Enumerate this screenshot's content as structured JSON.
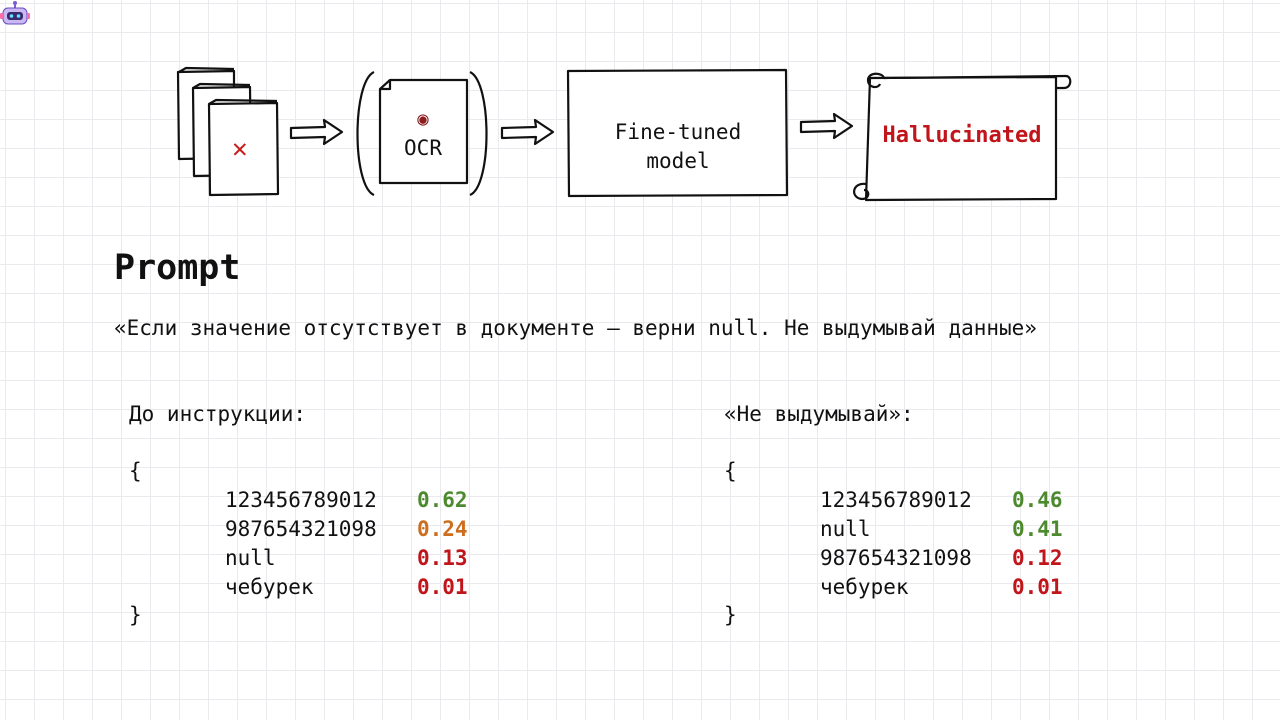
{
  "diagram": {
    "ocr_label": "OCR",
    "model_label_line1": "Fine-tuned",
    "model_label_line2": "model",
    "hallucinated_label": "Hallucinated"
  },
  "prompt": {
    "title": "Prompt",
    "text": "«Если значение отсутствует в документе — верни null. Не выдумывай данные»"
  },
  "before": {
    "heading": "До инструкции:",
    "open_brace": "{",
    "close_brace": "}",
    "rows": [
      {
        "key": "123456789012",
        "value": "0.62",
        "color": "#4d8a2e"
      },
      {
        "key": "987654321098",
        "value": "0.24",
        "color": "#cc6e1e"
      },
      {
        "key": "null",
        "value": "0.13",
        "color": "#c0151b"
      },
      {
        "key": "чебурек",
        "value": "0.01",
        "color": "#c0151b"
      }
    ]
  },
  "after": {
    "heading": "«Не выдумывай»:",
    "open_brace": "{",
    "close_brace": "}",
    "rows": [
      {
        "key": "123456789012",
        "value": "0.46",
        "color": "#4d8a2e"
      },
      {
        "key": "null",
        "value": "0.41",
        "color": "#4d8a2e"
      },
      {
        "key": "987654321098",
        "value": "0.12",
        "color": "#c0151b"
      },
      {
        "key": "чебурек",
        "value": "0.01",
        "color": "#c0151b"
      }
    ]
  },
  "icons": {
    "document_stack": "document-stack-icon",
    "error": "x-mark-icon",
    "eye": "eye-icon",
    "robot": "robot-icon",
    "scroll": "scroll-icon",
    "arrow": "arrow-right-icon"
  }
}
